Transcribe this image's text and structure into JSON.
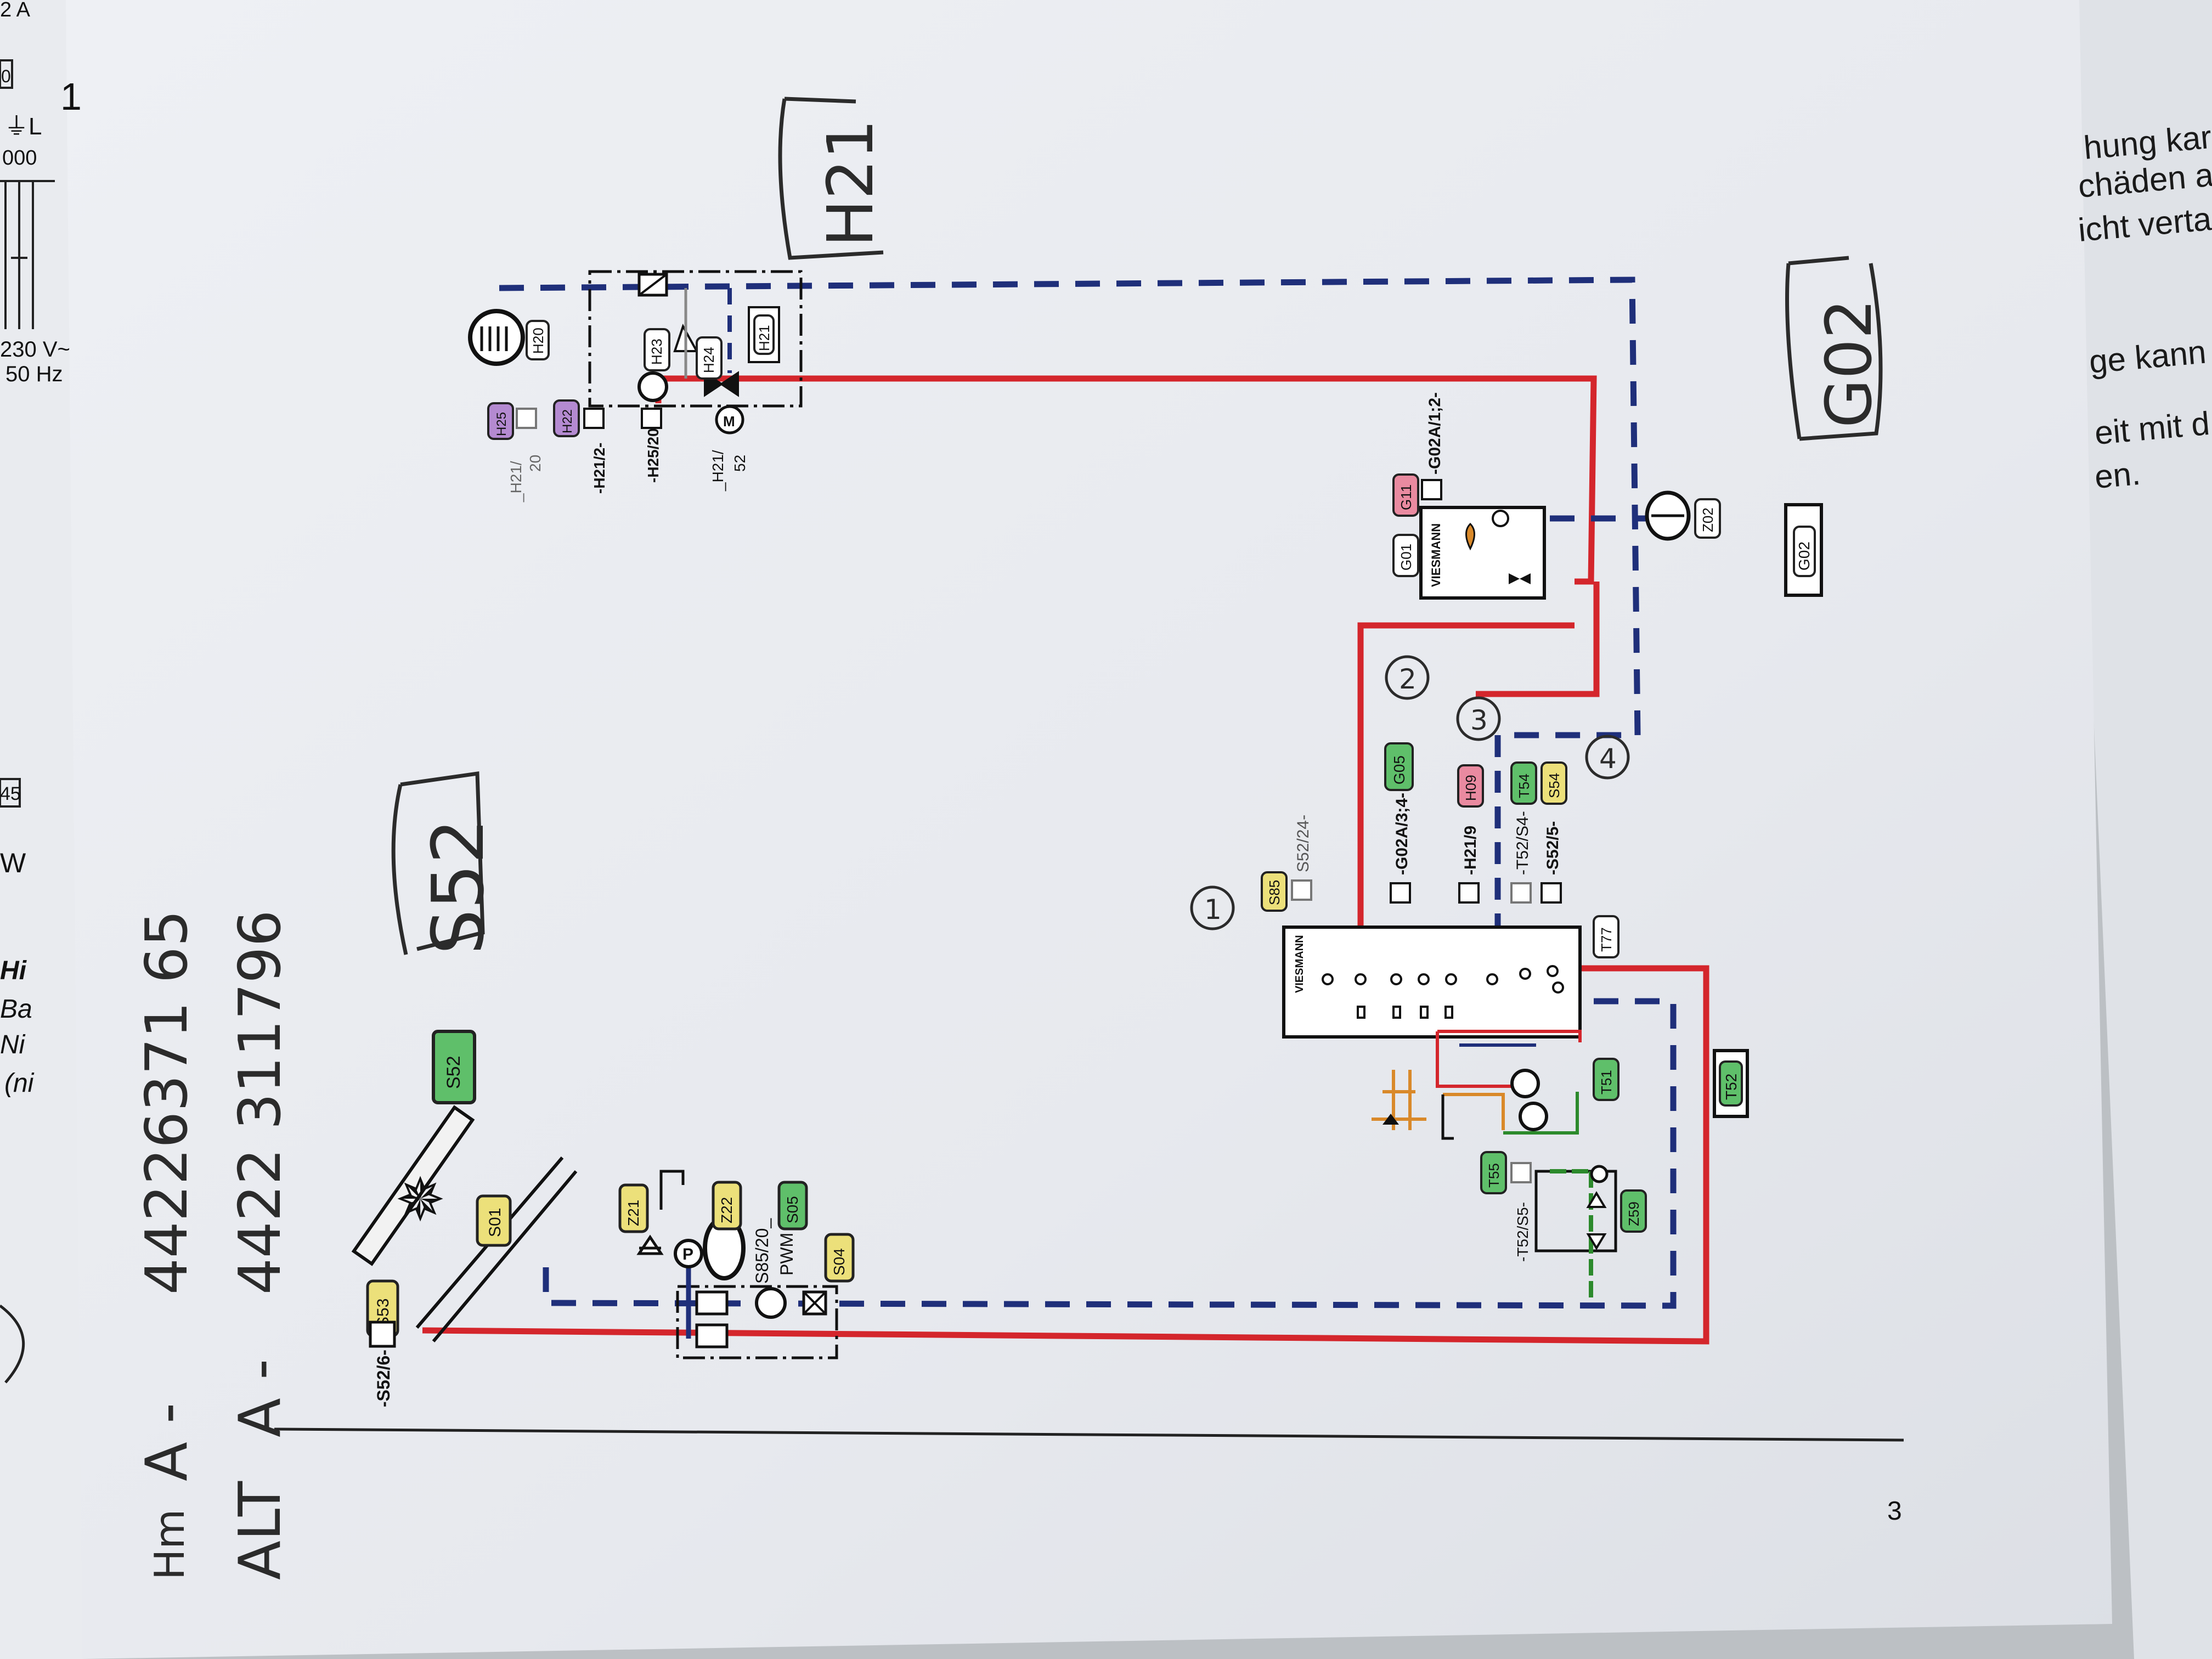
{
  "page": {
    "page_number": "3",
    "handwritten": {
      "label_s52": "S52",
      "label_h21": "H21",
      "label_g02": "G02",
      "num1_prefix": "Hm",
      "num1_a": "A -",
      "num1": "44226371 65",
      "num2_prefix": "ALT",
      "num2_a": "A -",
      "num2": "4422 311796",
      "circle_1": "1",
      "circle_2": "2",
      "circle_3": "3",
      "circle_4": "4"
    }
  },
  "left_page": {
    "fragments": [
      "2 A",
      "0",
      "⏚L",
      "000",
      "1",
      "230 V~",
      "50 Hz",
      "45",
      "W",
      "Hi",
      "Ba",
      "Ni",
      "(ni"
    ]
  },
  "right_page": {
    "lines": [
      "hung kar",
      "chäden a",
      "icht verta",
      "ge kann",
      "eit mit d",
      "en."
    ]
  },
  "schematic": {
    "component_tags": {
      "S53": "S53",
      "S01": "S01",
      "Z21": "Z21",
      "Z22": "Z22",
      "S05": "S05",
      "S04": "S04",
      "S52": "S52",
      "S85": "S85",
      "G05": "G05",
      "H09": "H09",
      "T54": "T54",
      "S54": "S54",
      "T77": "T77",
      "T51": "T51",
      "T52": "T52",
      "T55": "T55",
      "Z59": "Z59",
      "G01": "G01",
      "G11": "G11",
      "Z02": "Z02",
      "G02": "G02",
      "H20": "H20",
      "H25": "H25",
      "H22": "H22",
      "H23": "H23",
      "H24": "H24",
      "H21": "H21"
    },
    "terminal_labels": {
      "s52_6": "-S52/6-",
      "s85_20": "S85/20_",
      "pwm": "PWM",
      "s52_24": "S52/24-",
      "g02a_34": "-G02A/3;4-",
      "h21_9": "-H21/9",
      "t52_s4": "-T52/S4-",
      "s52_5": "-S52/5-",
      "t52_s5": "-T52/S5-",
      "g02a_12": "-G02A/1;2-",
      "h21_20a": "_H21/",
      "h21_20b": "20",
      "h21_2": "-H21/2-",
      "h25_20": "-H25/20",
      "h21_52a": "_H21/",
      "h21_52b": "52"
    },
    "brand": "VIESMANN",
    "colors": {
      "flow": "#d4262c",
      "return": "#1f2f7a",
      "yellow": "#ece07a",
      "green": "#5fbf6a",
      "pink": "#e98aa0",
      "purple": "#b48ad1",
      "orange": "#d9892a",
      "drain_green": "#2c8a2c"
    }
  }
}
